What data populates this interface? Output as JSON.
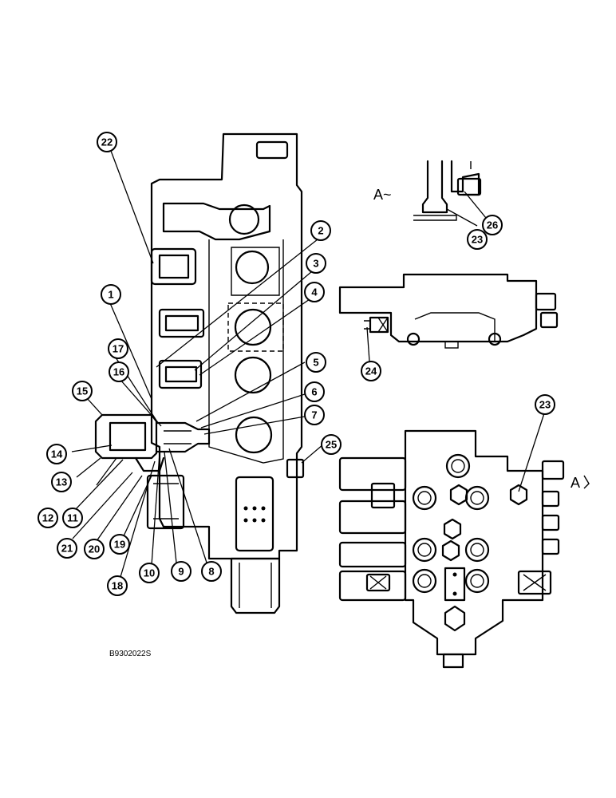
{
  "diagram": {
    "figure_id": "B9302022S",
    "view_label_top": "A~",
    "view_label_side": "A",
    "callouts": [
      "1",
      "2",
      "3",
      "4",
      "5",
      "6",
      "7",
      "8",
      "9",
      "10",
      "11",
      "12",
      "13",
      "14",
      "15",
      "16",
      "17",
      "18",
      "19",
      "20",
      "21",
      "22",
      "23",
      "24",
      "25",
      "26",
      "23"
    ]
  }
}
